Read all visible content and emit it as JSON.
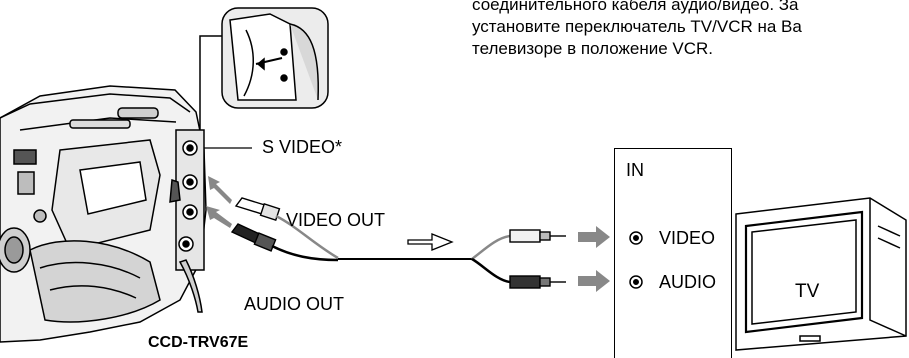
{
  "instruction_lines": [
    "соединительного кабеля аудио/видео. За",
    "установите переключатель TV/VCR на Ва",
    "телевизоре в положение VCR."
  ],
  "labels": {
    "s_video": "S VIDEO*",
    "video_out": "VIDEO OUT",
    "audio_out": "AUDIO OUT",
    "model": "CCD-TRV67E",
    "in": "IN",
    "video_in": "VIDEO",
    "audio_in": "AUDIO",
    "tv": "TV"
  },
  "icons": [
    "camcorder",
    "camcorder-jack-cover-inset",
    "av-cable",
    "signal-direction-arrow",
    "input-jack",
    "television"
  ]
}
